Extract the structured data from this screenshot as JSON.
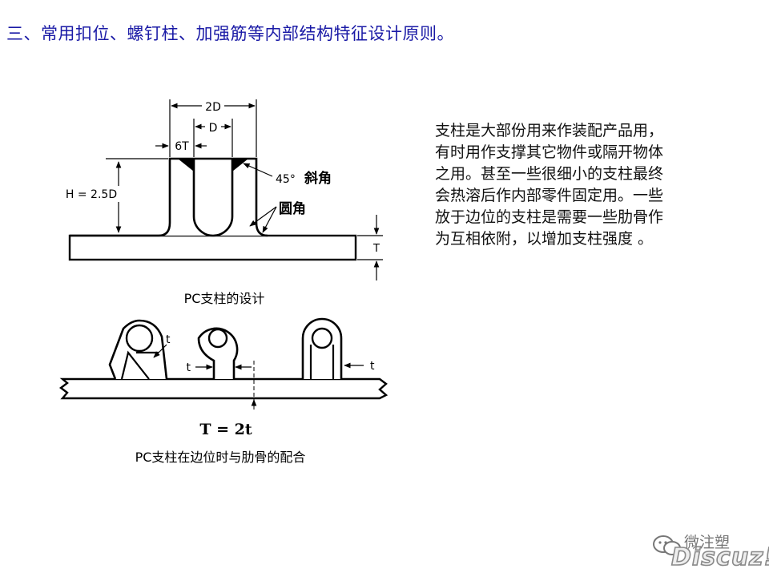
{
  "page": {
    "heading": "三、常用扣位、螺钉柱、加强筋等内部结构特征设计原则。"
  },
  "figure": {
    "top_title": "PC支柱的设计",
    "bottom_title": "PC支柱在边位时与肋骨的配合",
    "labels": {
      "two_d": "2D",
      "d": "D",
      "six_t": "6T",
      "h": "H = 2.5D",
      "chamfer_angle": "45°",
      "chamfer": "斜角",
      "fillet": "圆角",
      "thickness_top": "T",
      "t_rib": "t",
      "t_mid": "t",
      "t_right": "t",
      "formula": "T = 2t"
    }
  },
  "description": {
    "lines": [
      "支柱是大部份用来作装配产品用，",
      "有时用作支撑其它物件或隔开物体",
      "之用。甚至一些很细小的支柱最终",
      "会热溶后作内部零件固定用。一些",
      "放于边位的支柱是需要一些肋骨作",
      "为互相依附，以增加支柱强度 。"
    ]
  },
  "watermark": {
    "account": "微注塑",
    "brand": "Discuz!",
    "icon": "wechat-icon"
  }
}
